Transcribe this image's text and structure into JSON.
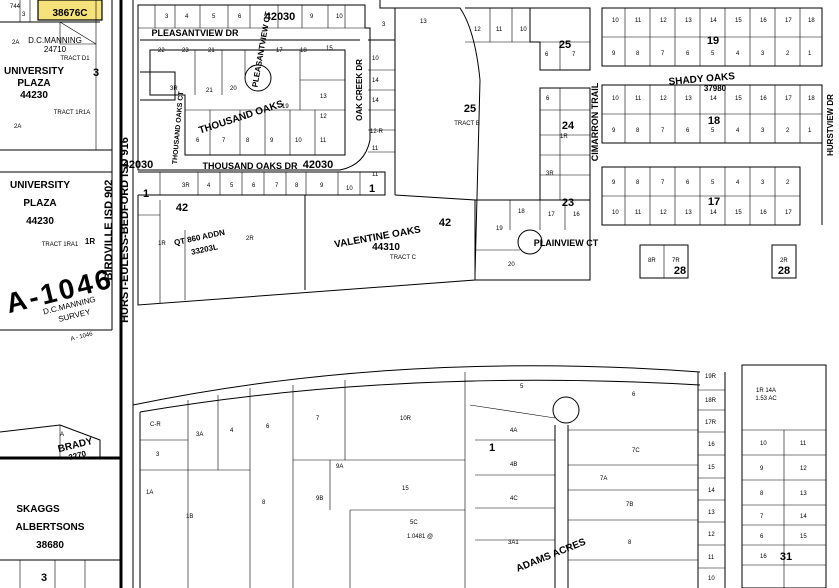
{
  "header_label": "38676C",
  "subdivisions": [
    {
      "id": "univ-plaza-1",
      "name_line1": "UNIVERSITY",
      "name_line2": "PLAZA",
      "number": "44230"
    },
    {
      "id": "univ-plaza-2",
      "name_line1": "UNIVERSITY",
      "name_line2": "PLAZA",
      "number": "44230"
    },
    {
      "id": "thousand-oaks",
      "name": "THOUSAND OAKS",
      "number": "42030"
    },
    {
      "id": "shady-oaks",
      "name": "SHADY OAKS",
      "number": "37980"
    },
    {
      "id": "valentine-oaks",
      "name": "VALENTINE OAKS",
      "number": "44310"
    },
    {
      "id": "qt860",
      "name": "QT 860 ADDN",
      "number": "33203L"
    },
    {
      "id": "dc-manning",
      "name": "D.C.MANNING",
      "number": "24710"
    },
    {
      "id": "brady",
      "name": "BRADY",
      "number": "3270"
    },
    {
      "id": "skaggs",
      "name_line1": "SKAGGS",
      "name_line2": "ALBERTSONS",
      "number": "38680"
    },
    {
      "id": "adams-acres",
      "name": "ADAMS ACRES"
    }
  ],
  "streets": {
    "pleasantview_dr": "PLEASANTVIEW DR",
    "pleasantview_ct": "PLEASANTVIEW CT",
    "thousand_oaks_dr": "THOUSAND OAKS DR",
    "thousand_oaks_ct": "THOUSAND OAKS CT",
    "oak_creek_dr": "OAK CREEK DR",
    "cimarron_trail": "CIMARRON TRAIL",
    "plainview_ct": "PLAINVIEW CT",
    "hurstview_dr": "HURSTVIEW DR",
    "isd_line_1": "BIRDVILLE ISD 902",
    "isd_line_2": "HURST-EULESS-BEDFORD ISD 916"
  },
  "abstract": {
    "label": "A-1046",
    "survey_line1": "D.C.MANNING",
    "survey_line2": "SURVEY",
    "survey_line3": "A - 1046"
  },
  "block_numbers": [
    "3",
    "42030",
    "42030",
    "42030",
    "42",
    "42",
    "25",
    "25",
    "24",
    "23",
    "19",
    "18",
    "17",
    "28",
    "28",
    "1",
    "1",
    "1",
    "31",
    "3",
    "1R"
  ],
  "annotations": {
    "tract_1r1a": "TRACT 1R1A",
    "tract_1ra1": "TRACT 1RA1",
    "tract_b": "TRACT B",
    "tract_c": "TRACT C",
    "tract_d1": "TRACT D1",
    "tract_1r14a": "1R 14A",
    "acres_153": "1.53 AC",
    "acres_10481": "1.0481 @"
  },
  "colors": {
    "highlight": "#f5e27a",
    "line": "#000000",
    "background": "#ffffff"
  }
}
